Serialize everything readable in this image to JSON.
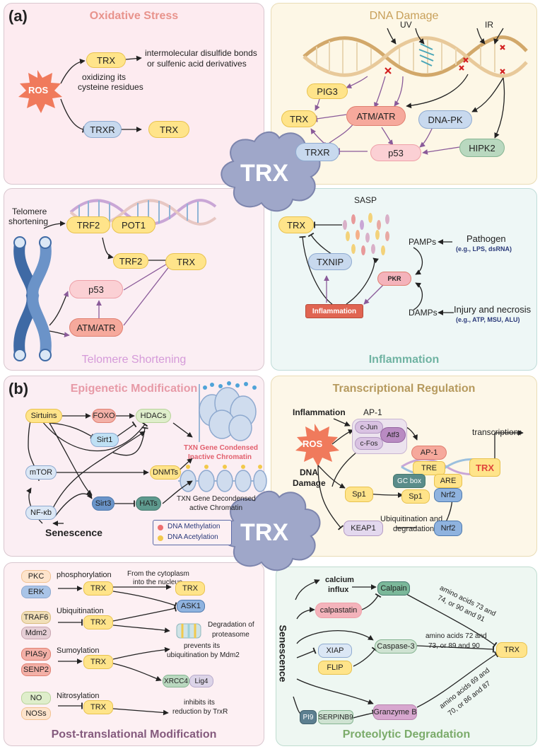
{
  "label_a": "(a)",
  "label_b": "(b)",
  "center": "TRX",
  "oxidative": {
    "title": "Oxidative Stress",
    "ros": "ROS",
    "trx1": "TRX",
    "oxidizing": "oxidizing its",
    "cysteine": "cysteine residues",
    "intermol": "intermolecular disulfide bonds",
    "sulfenic": "or sulfenic acid derivatives",
    "trxr": "TRXR",
    "trx2": "TRX"
  },
  "dna": {
    "title": "DNA Damage",
    "uv": "UV",
    "ir": "IR",
    "pig3": "PIG3",
    "trx": "TRX",
    "atm": "ATM/ATR",
    "dnapk": "DNA-PK",
    "trxr": "TRXR",
    "p53": "p53",
    "hipk2": "HIPK2"
  },
  "telomere": {
    "title": "Telomere Shortening",
    "shortening1": "Telomere",
    "shortening2": "shortening",
    "trf2a": "TRF2",
    "pot1": "POT1",
    "trf2b": "TRF2",
    "p53": "p53",
    "trx": "TRX",
    "atm": "ATM/ATR"
  },
  "inflammation": {
    "title": "Inflammation",
    "sasp": "SASP",
    "trx": "TRX",
    "txnip": "TXNIP",
    "pamps": "PAMPs",
    "pathogen": "Pathogen",
    "pathogen_eg": "(e.g., LPS, dsRNA)",
    "pkr": "PKR",
    "infl": "Inflammation",
    "damps": "DAMPs",
    "injury": "Injury and necrosis",
    "injury_eg": "(e.g., ATP, MSU, ALU)"
  },
  "epigenetic": {
    "title": "Epigenetic Modification",
    "sirtuins": "Sirtuins",
    "foxo": "FOXO",
    "hdacs": "HDACs",
    "sirt1": "Sirt1",
    "mtor": "mTOR",
    "dnmts": "DNMTs",
    "nfkb": "NF-κb",
    "sirt3": "Sirt3",
    "hats": "HATs",
    "senescence": "Senescence",
    "condensed1": "TXN Gene Condensed",
    "condensed2": "Inactive Chromatin",
    "decondensed1": "TXN Gene Decondensed",
    "decondensed2": "active Chromatin",
    "legend_meth": "DNA Methylation",
    "legend_acet": "DNA Acetylation"
  },
  "transcriptional": {
    "title": "Transcriptional Regulation",
    "inflammation": "Inflammation",
    "ap1_label": "AP-1",
    "cjun": "c-Jun",
    "cfos": "c-Fos",
    "atf3": "Atf3",
    "ros": "ROS",
    "ap1": "AP-1",
    "tre": "TRE",
    "transcription": "transcription↑",
    "dna": "DNA",
    "damage": "Damage",
    "gcbox": "GC box",
    "are": "ARE",
    "trx": "TRX",
    "sp1a": "Sp1",
    "sp1b": "Sp1",
    "nrf2a": "Nrf2",
    "keap1": "KEAP1",
    "ubiq1": "Ubiquitination and",
    "ubiq2": "degradation",
    "nrf2b": "Nrf2"
  },
  "ptm": {
    "title": "Post-translational Modification",
    "pkc": "PKC",
    "erk": "ERK",
    "phos": "phosphorylation",
    "trx1": "TRX",
    "cyto1": "From the cytoplasm",
    "cyto2": "into the nucleus",
    "trx2": "TRX",
    "ask1": "ASK1",
    "traf6": "TRAF6",
    "mdm2": "Mdm2",
    "ubiq": "Ubiquitination",
    "trx3": "TRX",
    "degr1": "Degradation of",
    "degr2": "proteasome",
    "piasy": "PIASy",
    "senp2": "SENP2",
    "sumo": "Sumoylation",
    "trx4": "TRX",
    "prevents1": "prevents its",
    "prevents2": "ubiquitination by Mdm2",
    "xrcc4": "XRCC4",
    "lig4": "Lig4",
    "no": "NO",
    "noss": "NOSs",
    "nitro": "Nitrosylation",
    "trx5": "TRX",
    "inhibits1": "inhibits its",
    "inhibits2": "reduction by TrxR"
  },
  "proteolytic": {
    "title": "Proteolytic Degradation",
    "senescence": "Senescence",
    "calcium1": "calcium",
    "calcium2": "influx",
    "calpain": "Calpain",
    "calpastatin": "calpastatin",
    "aa1a": "amino acids 73 and",
    "aa1b": "74, or 90 and 91",
    "xiap": "XIAP",
    "caspase": "Caspase-3",
    "aa2a": "amino acids 72 and",
    "aa2b": "73, or 89 and 90",
    "flip": "FLIP",
    "trx": "TRX",
    "pi9": "PI9",
    "serpinb9": "SERPINB9",
    "granzyme": "Granzyme B",
    "aa3a": "amino acids 69 and",
    "aa3b": "70, or 86 and 87"
  },
  "colors": {
    "oxidative_bg": "#fdebf0",
    "dna_bg": "#fdf7e6",
    "telomere_bg": "#fbeef3",
    "inflammation_bg": "#eef7f6",
    "transcription_bg": "#fdf7e8",
    "ptm_bg": "#fdf0f3",
    "proteolytic_bg": "#eef7f2",
    "arrow_dark": "#222222",
    "arrow_purple": "#8a5a99"
  }
}
